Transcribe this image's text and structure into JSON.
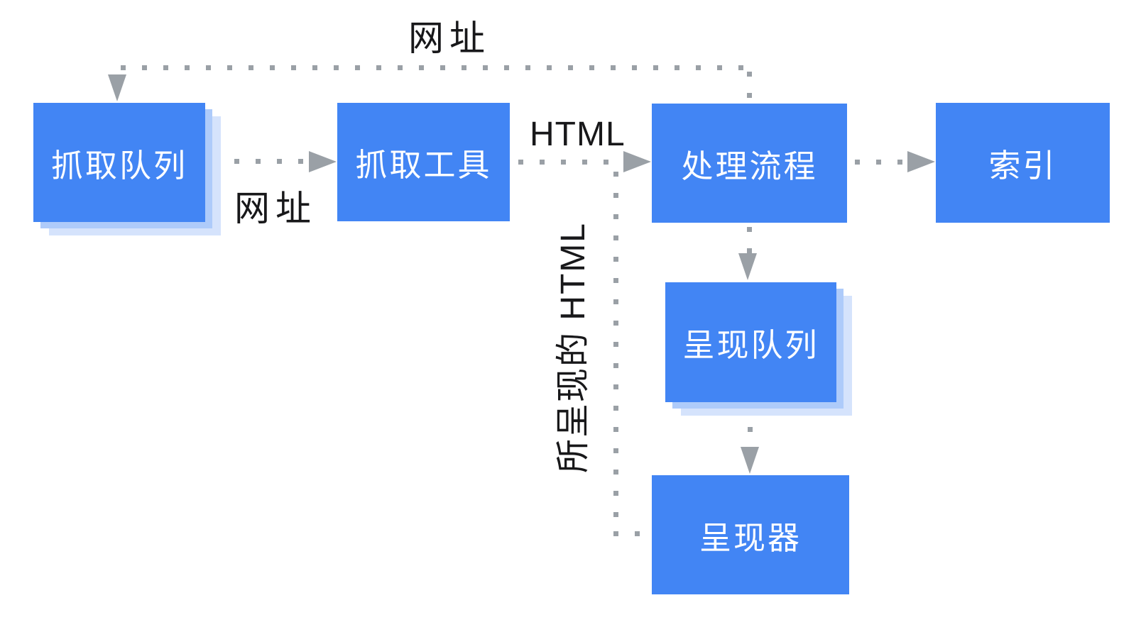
{
  "diagram": {
    "title": "crawl-render-index-pipeline",
    "nodes": {
      "crawl_queue": {
        "label": "抓取队列",
        "stacked_shadow": true
      },
      "crawler": {
        "label": "抓取工具",
        "stacked_shadow": false
      },
      "processing": {
        "label": "处理流程",
        "stacked_shadow": false
      },
      "index": {
        "label": "索引",
        "stacked_shadow": false
      },
      "render_queue": {
        "label": "呈现队列",
        "stacked_shadow": true
      },
      "renderer": {
        "label": "呈现器",
        "stacked_shadow": false
      }
    },
    "edge_labels": {
      "url_top": "网址",
      "url_mid": "网址",
      "html": "HTML",
      "rendered_html": "所呈现的 HTML"
    },
    "edges": [
      {
        "from": "processing",
        "to": "crawl_queue",
        "label": "网址"
      },
      {
        "from": "crawl_queue",
        "to": "crawler",
        "label": "网址"
      },
      {
        "from": "crawler",
        "to": "processing",
        "label": "HTML"
      },
      {
        "from": "processing",
        "to": "index",
        "label": ""
      },
      {
        "from": "processing",
        "to": "render_queue",
        "label": ""
      },
      {
        "from": "render_queue",
        "to": "renderer",
        "label": ""
      },
      {
        "from": "renderer",
        "to": "processing",
        "label": "所呈现的 HTML"
      }
    ],
    "colors": {
      "node_fill": "#4285f4",
      "node_text": "#ffffff",
      "stack_shadow_near": "#aecbfa",
      "stack_shadow_far": "#d5e3fc",
      "connector": "#9aa0a6",
      "label_text": "#18181a",
      "background": "#ffffff"
    }
  }
}
